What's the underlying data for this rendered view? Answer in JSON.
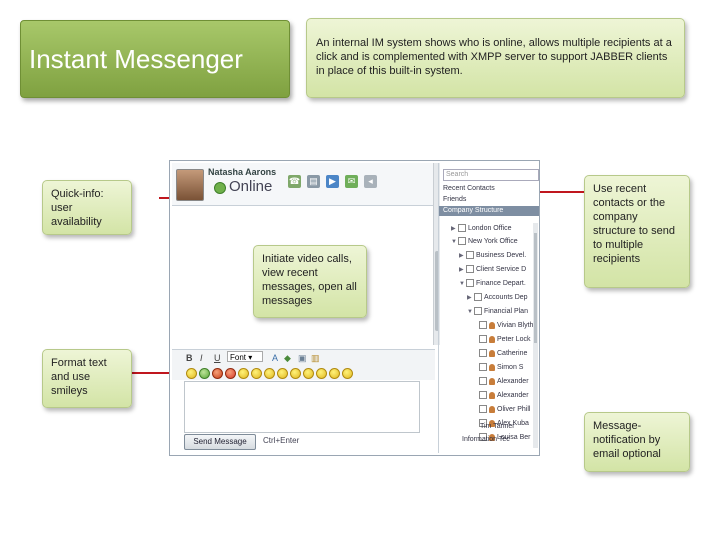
{
  "title": "Instant Messenger",
  "intro": "An internal IM system shows who is online, allows multiple recipients at a click and is complemented with XMPP server to support JABBER clients in place of this built-in system.",
  "callouts": {
    "quick_info": "Quick-info: user availability",
    "video": "Initiate video calls, view recent messages, open all messages",
    "format": "Format text and use smileys",
    "recent": "Use recent contacts or the company structure to send to multiple recipients",
    "notify": "Message-notification by email optional"
  },
  "accent_color": "#c0161e",
  "window": {
    "user_name": "Natasha Aarons",
    "status": "Online",
    "toolbar_icons": [
      "phone-icon",
      "contacts-icon",
      "video-icon",
      "messages-icon",
      "inbox-icon"
    ],
    "format_bold": "B",
    "format_italic": "I",
    "format_underline": "U",
    "font_value": "Font",
    "send_button": "Send Message",
    "send_hint": "Ctrl+Enter",
    "search_placeholder": "Search",
    "menu": [
      "Recent Contacts",
      "Friends",
      "Company Structure"
    ],
    "tree": [
      "London Office",
      "New York Office",
      "Business Devel.",
      "Client Service D",
      "Finance Depart.",
      "Accounts Dep",
      "Financial Plan",
      "Vivian Blyth",
      "Peter Lock",
      "Catherine",
      "Simon S",
      "Alexander",
      "Alexander",
      "Oliver Phill",
      "Alex Kuba",
      "Louisa Ber",
      "Tim Tanner",
      "Information Tec"
    ]
  }
}
